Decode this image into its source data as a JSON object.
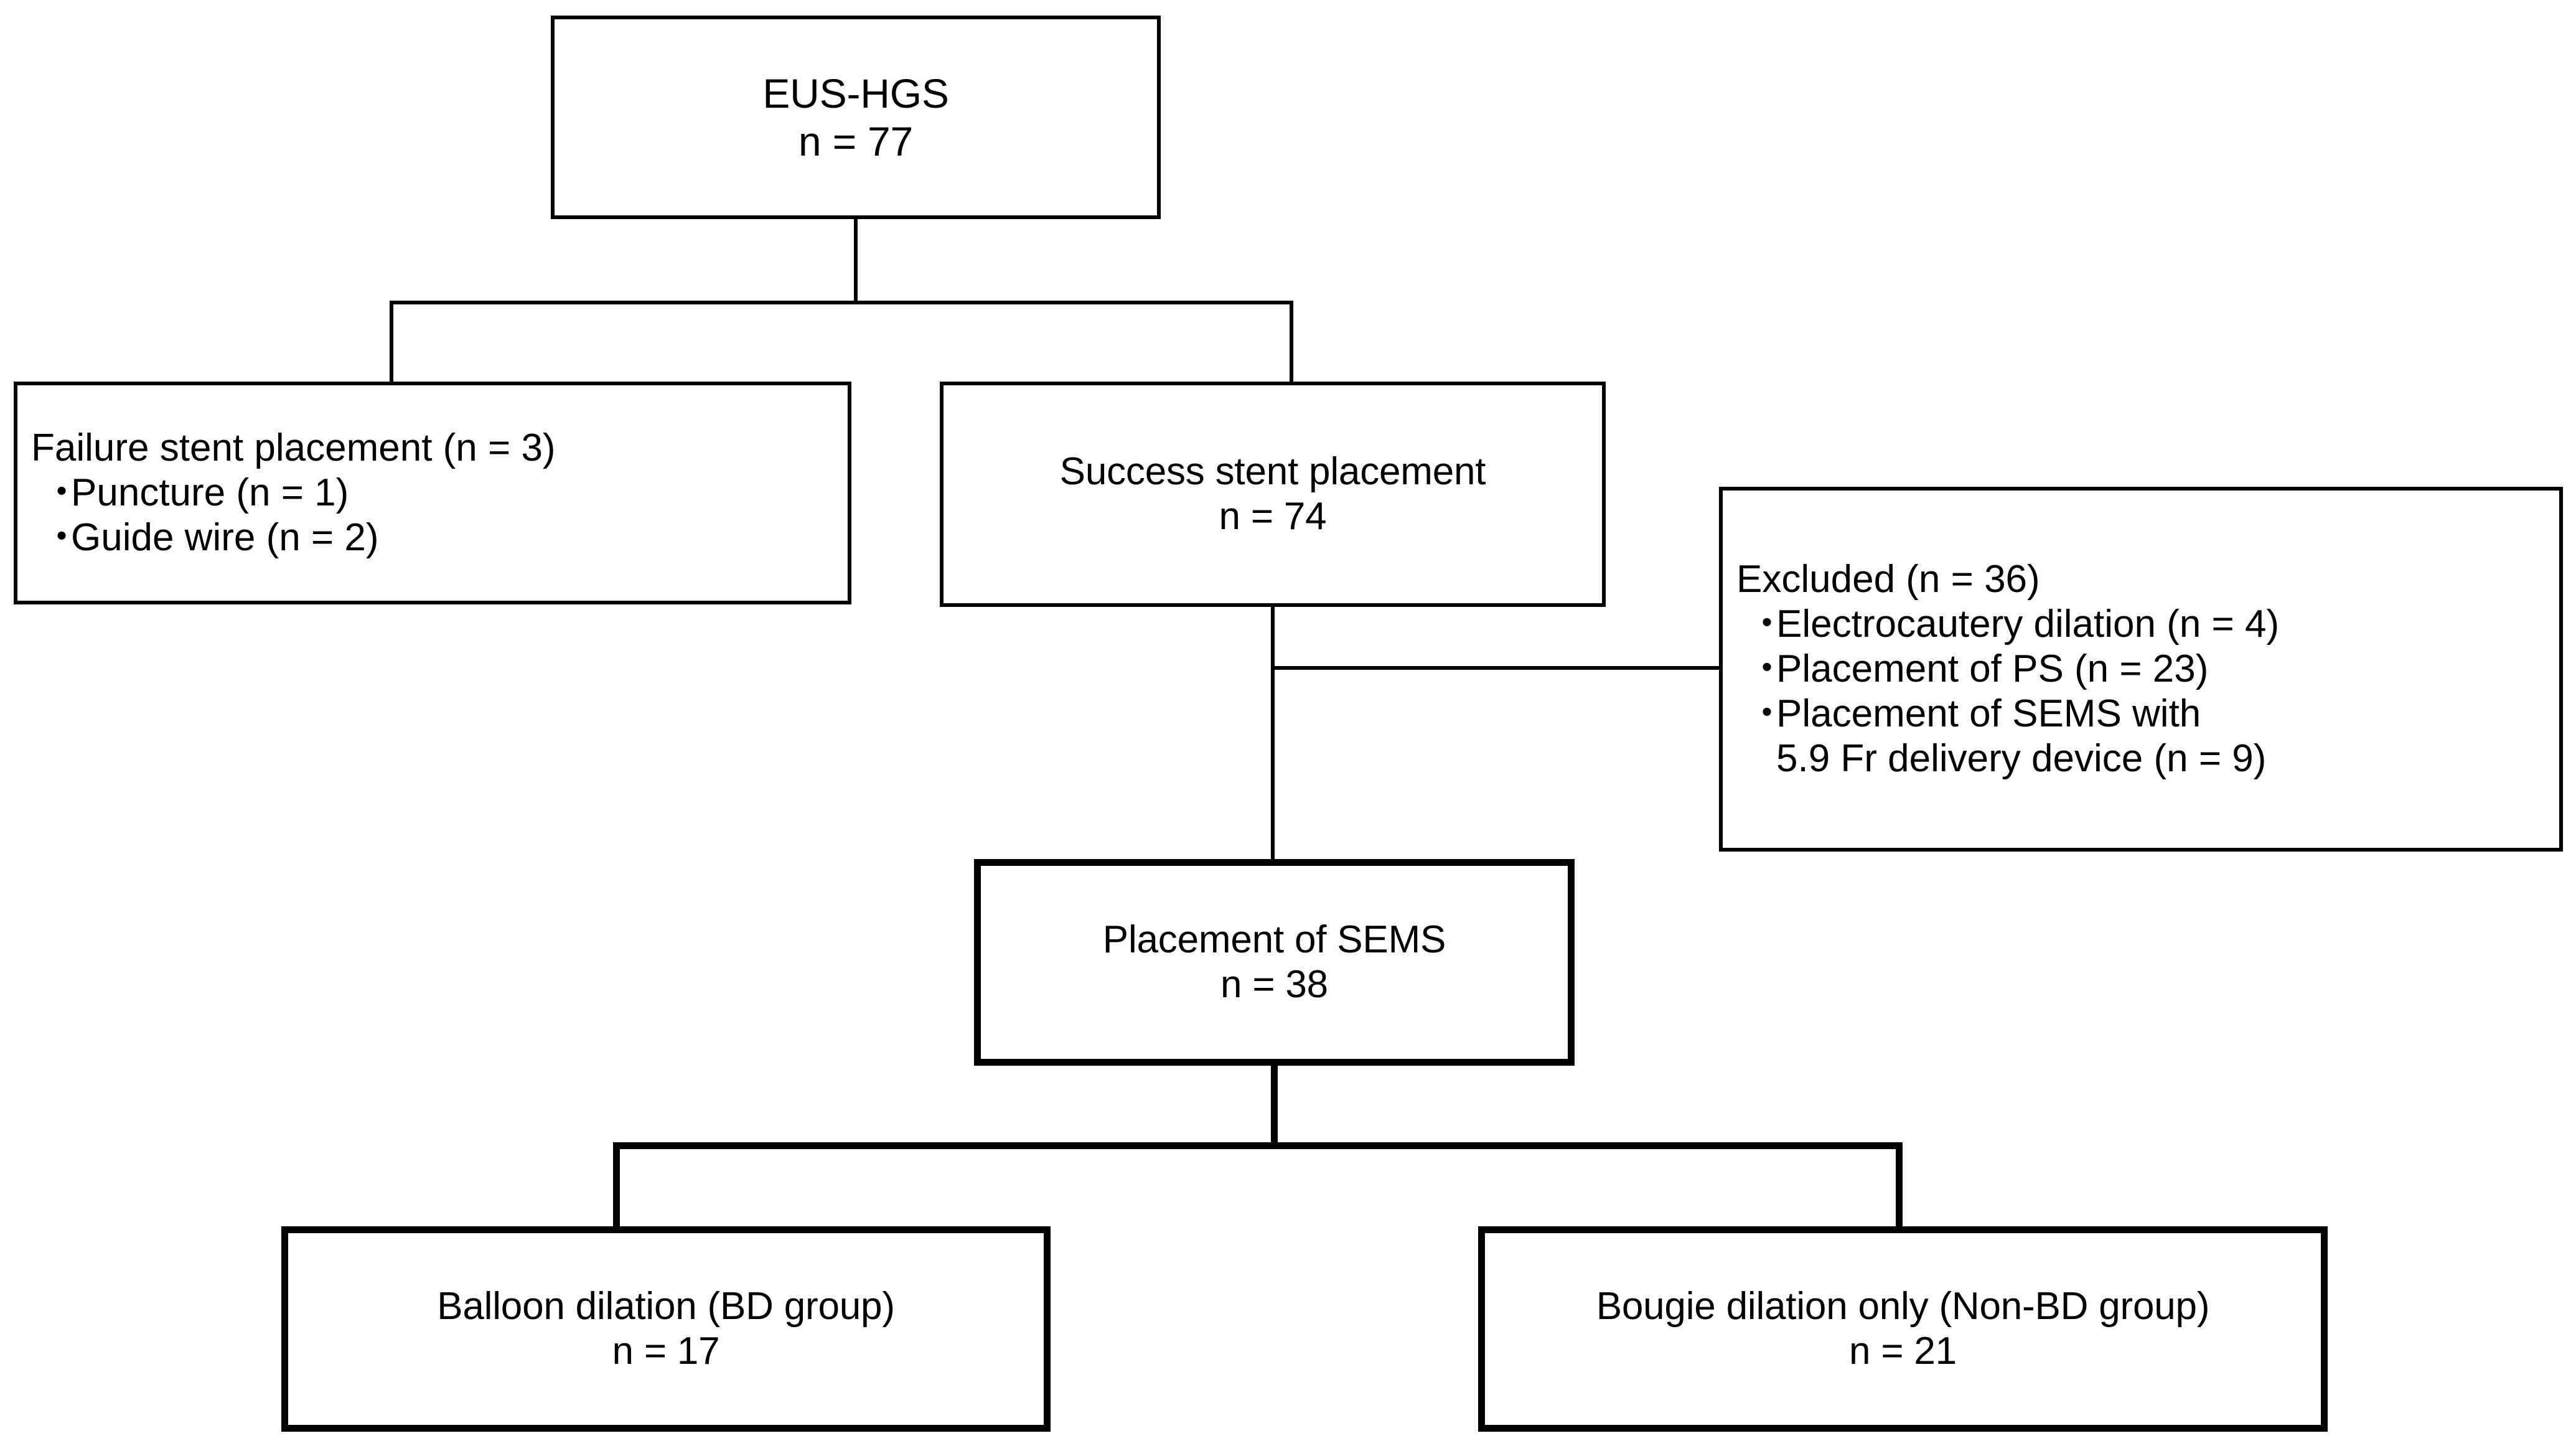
{
  "figure": {
    "type": "flowchart",
    "title": "EUS-HGS patient flow diagram"
  },
  "nodes": {
    "root": {
      "name": "eus-hgs",
      "line1": "EUS-HGS",
      "line2": "n = 77"
    },
    "failure": {
      "name": "failure-stent-placement",
      "header": "Failure stent placement (n = 3)",
      "bullets": [
        {
          "marker": "・",
          "text": "Puncture (n = 1)"
        },
        {
          "marker": "・",
          "text": "Guide wire (n = 2)"
        }
      ]
    },
    "success": {
      "name": "success-stent-placement",
      "line1": "Success stent placement",
      "line2": "n = 74"
    },
    "excluded": {
      "name": "excluded",
      "header": "Excluded (n = 36)",
      "bullets": [
        {
          "marker": "・",
          "text": "Electrocautery dilation (n = 4)"
        },
        {
          "marker": "・",
          "text": "Placement of PS (n = 23)"
        },
        {
          "marker": "・",
          "text": "Placement of SEMS with",
          "cont": "5.9 Fr delivery device (n = 9)"
        }
      ]
    },
    "sems": {
      "name": "placement-of-sems",
      "line1": "Placement of SEMS",
      "line2": "n = 38"
    },
    "bd_group": {
      "name": "balloon-dilation-bd-group",
      "line1": "Balloon dilation (BD group)",
      "line2": "n = 17"
    },
    "nonbd_group": {
      "name": "bougie-dilation-non-bd-group",
      "line1": "Bougie dilation only (Non-BD group)",
      "line2": "n = 21"
    }
  },
  "chart_data": {
    "type": "flowchart",
    "title": "EUS-HGS study enrollment flow",
    "counts": {
      "eus_hgs_total": 77,
      "failure_stent_placement": 3,
      "failure_puncture": 1,
      "failure_guide_wire": 2,
      "success_stent_placement": 74,
      "excluded_total": 36,
      "excluded_electrocautery_dilation": 4,
      "excluded_placement_of_ps": 23,
      "excluded_sems_59fr_delivery_device": 9,
      "placement_of_sems": 38,
      "bd_group": 17,
      "non_bd_group": 21
    },
    "edges": [
      {
        "from": "eus-hgs",
        "to": "failure-stent-placement"
      },
      {
        "from": "eus-hgs",
        "to": "success-stent-placement"
      },
      {
        "from": "success-stent-placement",
        "to": "excluded"
      },
      {
        "from": "success-stent-placement",
        "to": "placement-of-sems"
      },
      {
        "from": "placement-of-sems",
        "to": "balloon-dilation-bd-group"
      },
      {
        "from": "placement-of-sems",
        "to": "bougie-dilation-non-bd-group"
      }
    ],
    "colors": {
      "stroke": "#000000",
      "fill": "#ffffff",
      "text": "#000000"
    }
  }
}
